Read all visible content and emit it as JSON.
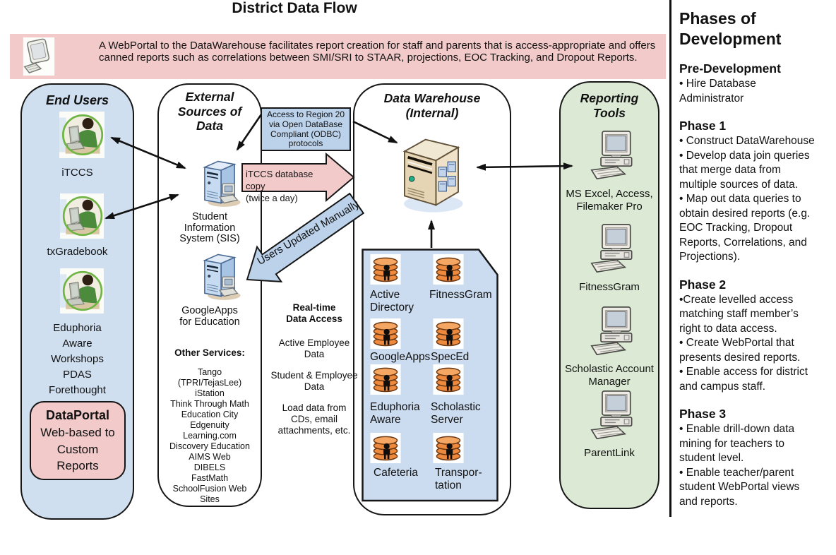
{
  "title": "District Data Flow",
  "banner": {
    "text": "A WebPortal to the DataWarehouse facilitates report creation for staff and parents that is access-appropriate and offers canned reports such as correlations between SMI/SRI to STAAR, projections, EOC Tracking, and Dropout Reports."
  },
  "end_users": {
    "title": "End Users",
    "user1_label": "iTCCS",
    "user2_label": "txGradebook",
    "user3_label": "Eduphoria\nAware\nWorkshops\nPDAS\nForethought",
    "dataportal": {
      "title": "DataPortal",
      "subtitle": "Web-based to\nCustom\nReports"
    }
  },
  "external_sources": {
    "title": "External\nSources of\nData",
    "sis_label": "Student\nInformation\nSystem (SIS)",
    "googleapps_label": "GoogleApps\nfor Education",
    "other_services_heading": "Other Services:",
    "other_services": [
      "Tango\n(TPRI/TejasLee)",
      "iStation",
      "Think Through Math",
      "Education City",
      "Edgenuity",
      "Learning.com",
      "Discovery Education",
      "AIMS Web",
      "DIBELS",
      "FastMath",
      "SchoolFusion Web\nSites"
    ]
  },
  "flows": {
    "odbc_note": "Access to Region 20\nvia Open DataBase\nCompliant (ODBC)\nprotocols",
    "itccs_copy_arrow": "iTCCS database copy\n(twice a day)",
    "users_manual_arrow": "Users Updated Manually",
    "realtime": {
      "heading": "Real-time\nData Access",
      "items": [
        "Active Employee\nData",
        "Student & Employee\nData",
        "Load data from\nCDs, email\nattachments, etc."
      ]
    }
  },
  "data_warehouse": {
    "title": "Data Warehouse\n(Internal)",
    "databases": [
      "Active\nDirectory",
      "FitnessGram",
      "GoogleApps",
      "SpecEd",
      "Eduphoria\nAware",
      "Scholastic\nServer",
      "Cafeteria",
      "Transpor-\ntation"
    ]
  },
  "reporting_tools": {
    "title": "Reporting\nTools",
    "items": [
      "MS Excel, Access,\nFilemaker Pro",
      "FitnessGram",
      "Scholastic Account\nManager",
      "ParentLink"
    ]
  },
  "phases": {
    "title": "Phases of Development",
    "sections": [
      {
        "heading": "Pre-Development",
        "bullets": [
          "• Hire Database Administrator"
        ]
      },
      {
        "heading": "Phase 1",
        "bullets": [
          "• Construct DataWarehouse",
          "• Develop data join queries that merge data from multiple sources of data.",
          "• Map out data queries  to obtain desired reports (e.g. EOC Tracking, Dropout Reports, Correlations, and Projections)."
        ]
      },
      {
        "heading": "Phase 2",
        "bullets": [
          "•Create levelled access matching staff member’s right to data access.",
          "• Create WebPortal that presents desired reports.",
          "• Enable access for district and campus staff."
        ]
      },
      {
        "heading": "Phase 3",
        "bullets": [
          "• Enable drill-down data mining for teachers to student level.",
          "• Enable teacher/parent student WebPortal views and reports."
        ]
      }
    ]
  },
  "colors": {
    "panel_blue": "#cfdff0",
    "panel_green": "#dcead5",
    "pink": "#f2caca",
    "callout_blue": "#bcd2ea",
    "db_orange": "#ee8a3e"
  }
}
